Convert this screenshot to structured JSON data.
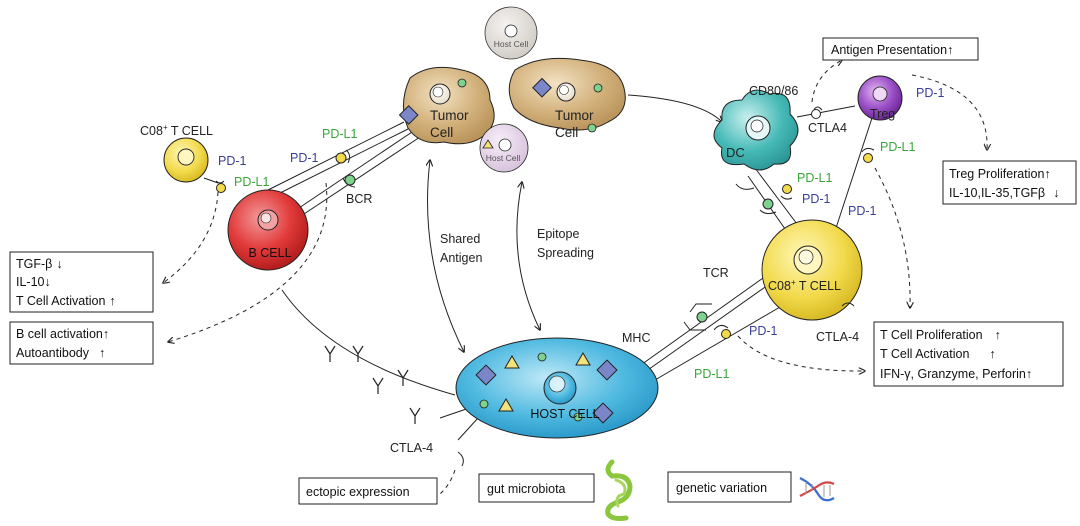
{
  "cells": {
    "host_top": "Host Cell",
    "host_small": "Host Cell",
    "tumor1": [
      "Tumor",
      "Cell"
    ],
    "tumor2": [
      "Tumor",
      "Cell"
    ],
    "b_cell": "B CELL",
    "cd8_left": "C08",
    "cd8_left_sup": "+",
    "cd8_left_suffix": " T CELL",
    "cd8_right": "C08",
    "cd8_right_sup": "+",
    "cd8_right_suffix": " T CELL",
    "dc": "DC",
    "treg": "Treg",
    "host_main": "HOST CELL"
  },
  "labels": {
    "pd1_left": "PD-1",
    "pdl1_left": "PD-L1",
    "pd1_tumor": "PD-1",
    "pdl1_tumor": "PD-L1",
    "bcr": "BCR",
    "shared_antigen": [
      "Shared",
      "Antigen"
    ],
    "epitope_spreading": [
      "Epitope",
      "Spreading"
    ],
    "cd80_86": "CD80/86",
    "ctla4_dc": "CTLA4",
    "pd1_treg": "PD-1",
    "pdl1_treg": "PD-L1",
    "pdl1_dc": "PD-L1",
    "pd1_dc": "PD-1",
    "pd1_right": "PD-1",
    "tcr": "TCR",
    "mhc": "MHC",
    "pd1_host": "PD-1",
    "pdl1_host": "PD-L1",
    "ctla4_right": "CTLA-4",
    "ctla4_bottom": "CTLA-4"
  },
  "boxes": {
    "antigen_presentation": "Antigen Presentation",
    "treg_effects": [
      "Treg Proliferation",
      "IL-10,IL-35,TGFβ"
    ],
    "left_effects": [
      "TGF-β",
      "IL-10",
      "T Cell Activation"
    ],
    "b_effects": [
      "B cell activation",
      "Autoantibody"
    ],
    "t_effects": [
      "T Cell Proliferation",
      "T Cell Activation",
      "IFN-γ, Granzyme, Perforin"
    ],
    "ectopic": "ectopic expression",
    "gut": "gut microbiota",
    "genetic": "genetic variation"
  },
  "arrows": {
    "up": "↑",
    "down": "↓"
  },
  "colors": {
    "b_cell": "#d92b2b",
    "tumor": "#c9a56f",
    "dc": "#2fa7a6",
    "treg": "#8b3fb8",
    "cd8": "#f1d94a",
    "host": "#2ea6d6",
    "pd1": "#3a3f9a",
    "pdl1": "#3aa63a",
    "antigen_diamond": "#7b86c8",
    "antigen_triangle": "#f3e27a",
    "antigen_dot": "#7fd18e"
  },
  "icon_names": [
    "gut-icon",
    "dna-icon",
    "antibody-icon"
  ]
}
